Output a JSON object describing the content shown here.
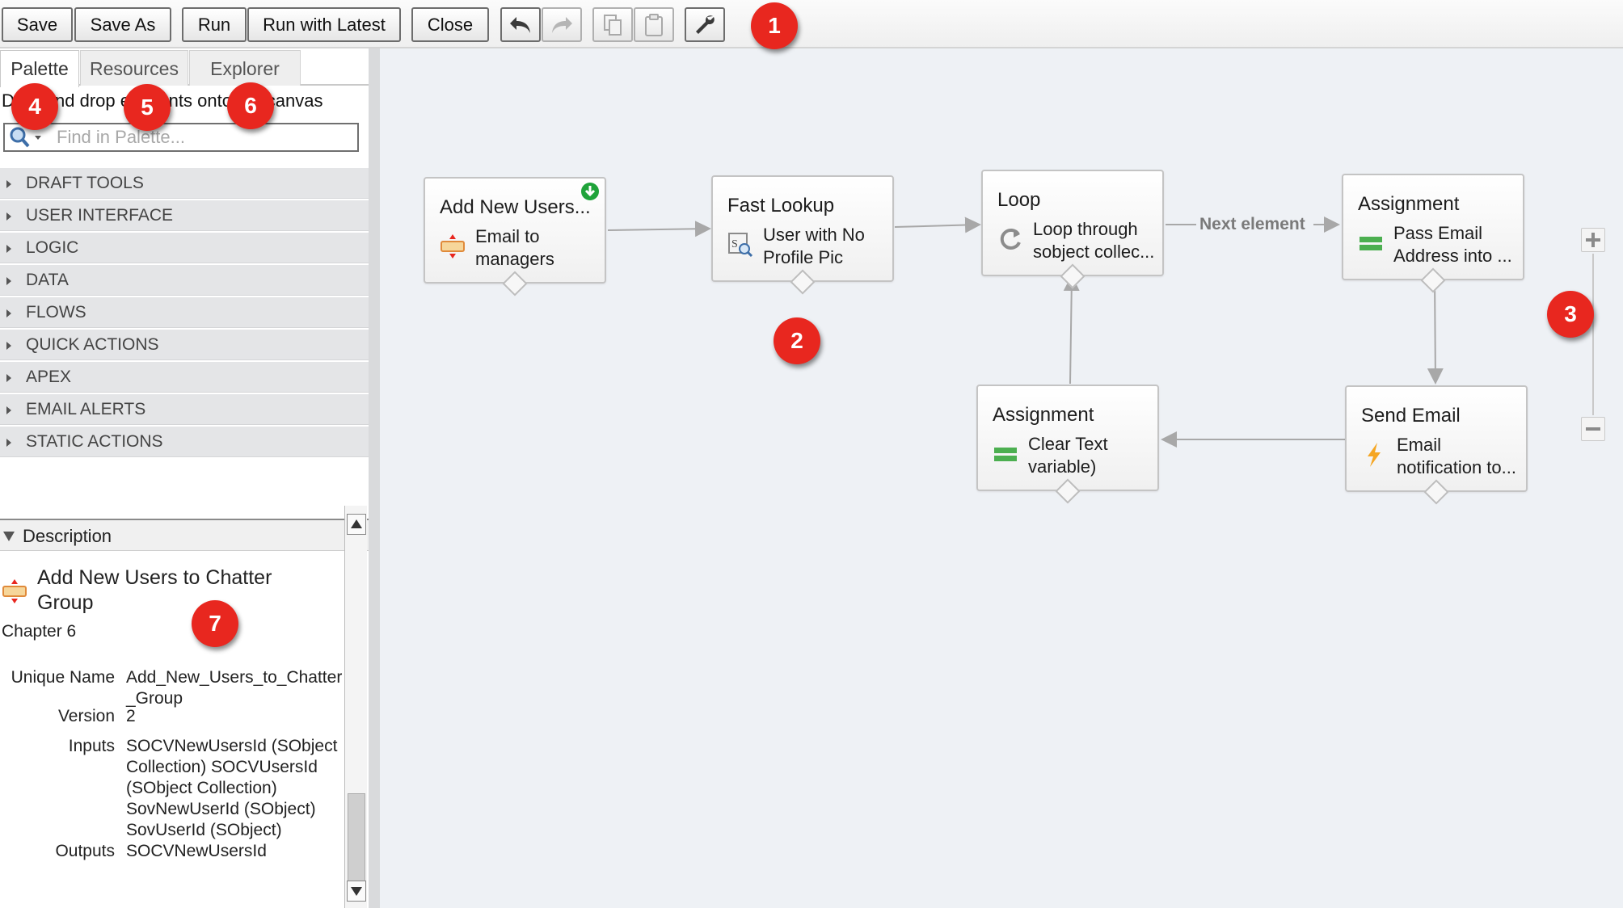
{
  "toolbar": {
    "save": "Save",
    "save_as": "Save As",
    "run": "Run",
    "run_latest": "Run with Latest",
    "close": "Close",
    "icons": [
      "undo-icon",
      "redo-icon",
      "copy-icon",
      "paste-icon",
      "settings-wrench-icon"
    ]
  },
  "callouts": [
    "1",
    "2",
    "3",
    "4",
    "5",
    "6",
    "7"
  ],
  "left_panel": {
    "tabs": [
      "Palette",
      "Resources",
      "Explorer"
    ],
    "active_tab": "Palette",
    "hint": "Drag and drop elements onto the canvas",
    "search_placeholder": "Find in Palette...",
    "categories": [
      "DRAFT TOOLS",
      "USER INTERFACE",
      "LOGIC",
      "DATA",
      "FLOWS",
      "QUICK ACTIONS",
      "APEX",
      "EMAIL ALERTS",
      "STATIC ACTIONS"
    ],
    "description": {
      "header": "Description",
      "title": "Add New Users to Chatter Group",
      "subtitle": "Chapter 6",
      "unique_name_label": "Unique Name",
      "unique_name": "Add_New_Users_to_Chatter_Group",
      "version_label": "Version",
      "version": "2",
      "inputs_label": "Inputs",
      "inputs": "SOCVNewUsersId (SObject Collection) SOCVUsersId (SObject Collection) SovNewUserId (SObject) SovUserId (SObject)",
      "outputs_label": "Outputs",
      "outputs": "SOCVNewUsersId"
    }
  },
  "canvas": {
    "nodes": [
      {
        "title": "Add New Users...",
        "body": "Email to managers",
        "icon": "start-step-icon"
      },
      {
        "title": "Fast Lookup",
        "body": "User with No Profile Pic",
        "icon": "fast-lookup-icon"
      },
      {
        "title": "Loop",
        "body": "Loop through sobject collec...",
        "icon": "loop-icon"
      },
      {
        "title": "Assignment",
        "body": "Pass Email Address into ...",
        "icon": "assignment-icon"
      },
      {
        "title": "Send Email",
        "body": "Email notification to...",
        "icon": "lightning-icon"
      },
      {
        "title": "Assignment",
        "body": "Clear Text variable)",
        "icon": "assignment-icon"
      }
    ],
    "edge_label": "Next element",
    "zoom_in": "+",
    "zoom_out": "−"
  },
  "colors": {
    "callout": "#e8271f",
    "canvas_bg": "#eef1f5",
    "category_bg": "#e4e5e7"
  }
}
